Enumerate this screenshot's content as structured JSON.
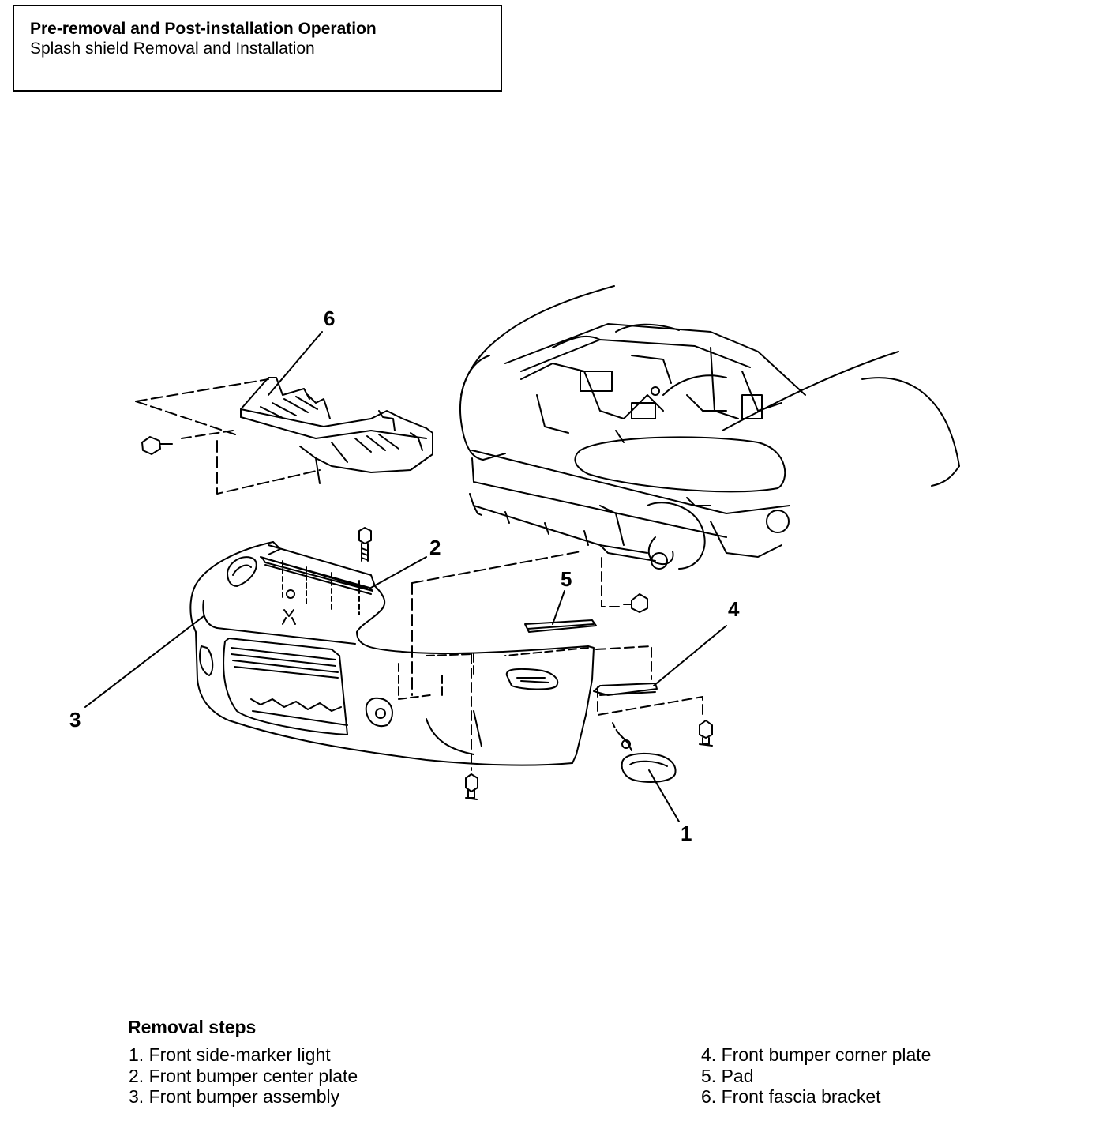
{
  "header": {
    "title": "Pre-removal and Post-installation Operation",
    "subtitle": "Splash shield Removal and Installation"
  },
  "callouts": {
    "c1": "1",
    "c2": "2",
    "c3": "3",
    "c4": "4",
    "c5": "5",
    "c6": "6"
  },
  "steps": {
    "heading": "Removal steps",
    "left": [
      "1. Front side-marker light",
      "2. Front bumper center plate",
      "3. Front bumper assembly"
    ],
    "right": [
      "4. Front bumper corner plate",
      "5. Pad",
      "6. Front fascia bracket"
    ]
  }
}
